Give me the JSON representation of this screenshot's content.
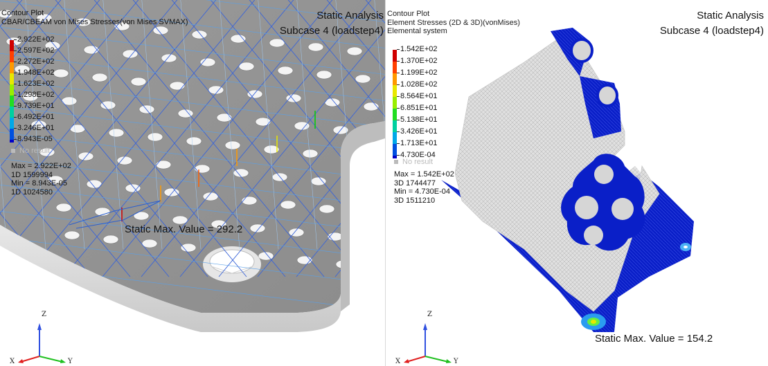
{
  "left": {
    "header": [
      "Contour Plot",
      "CBAR/CBEAM von Mises Stresses(von Mises SVMAX)"
    ],
    "title": [
      "Static Analysis",
      "Subcase 4 (loadstep4)"
    ],
    "legend": [
      "2.922E+02",
      "2.597E+02",
      "2.272E+02",
      "1.948E+02",
      "1.623E+02",
      "1.298E+02",
      "9.739E+01",
      "6.492E+01",
      "3.246E+01",
      "8.943E-05"
    ],
    "no_result": "No result",
    "stats": [
      "Max = 2.922E+02",
      "1D 1599994",
      "Min = 8.943E-05",
      "1D 1024580"
    ],
    "max_label": "Static Max. Value =  292.2"
  },
  "right": {
    "header": [
      "Contour Plot",
      "Element Stresses (2D & 3D)(vonMises)",
      "Elemental system"
    ],
    "title": [
      "Static Analysis",
      "Subcase 4 (loadstep4)"
    ],
    "legend": [
      "1.542E+02",
      "1.370E+02",
      "1.199E+02",
      "1.028E+02",
      "8.564E+01",
      "6.851E+01",
      "5.138E+01",
      "3.426E+01",
      "1.713E+01",
      "4.730E-04"
    ],
    "no_result": "No result",
    "stats": [
      "Max = 1.542E+02",
      "3D 1744477",
      "Min = 4.730E-04",
      "3D 1511210"
    ],
    "max_label": "Static Max. Value =  154.2"
  },
  "legend_colors": [
    "#d00000",
    "#ff4000",
    "#ff9900",
    "#e8e800",
    "#99ee00",
    "#22dd22",
    "#00d0a0",
    "#00a8e8",
    "#0050e0",
    "#0000c8"
  ],
  "triad": {
    "z": "Z",
    "x": "X",
    "y": "Y"
  }
}
